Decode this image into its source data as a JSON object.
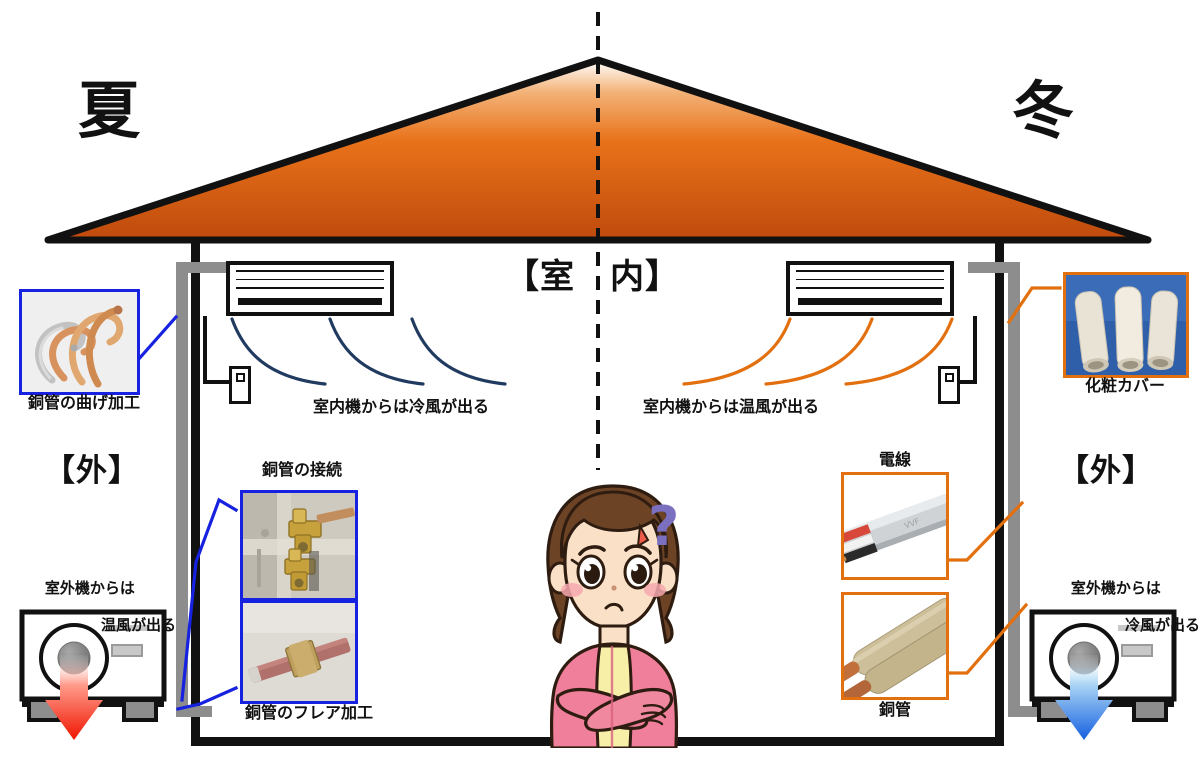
{
  "diagram": {
    "title_indoor": "【室　内】",
    "season_left": "夏",
    "season_right": "冬",
    "outside_left": "【外】",
    "outside_right": "【外】",
    "question_mark": "?"
  },
  "labels": {
    "cool_indoor": "室内機からは冷風が出る",
    "warm_indoor": "室内機からは温風が出る",
    "outdoor_left_line1": "室外機からは",
    "outdoor_left_line2": "温風が出る",
    "outdoor_right_line1": "室外機からは",
    "outdoor_right_line2": "冷風が出る"
  },
  "photos": [
    {
      "id": "bend",
      "caption": "銅管の曲げ加工",
      "frame_color": "#1622e0"
    },
    {
      "id": "connect",
      "caption": "銅管の接続",
      "frame_color": "#1622e0"
    },
    {
      "id": "flare",
      "caption": "銅管のフレア加工",
      "frame_color": "#1622e0"
    },
    {
      "id": "wire",
      "caption": "電線",
      "frame_color": "#e2700f"
    },
    {
      "id": "pipe",
      "caption": "銅管",
      "frame_color": "#e2700f"
    },
    {
      "id": "cover",
      "caption": "化粧カバー",
      "frame_color": "#e2700f"
    }
  ],
  "colors": {
    "roof_top": "#ffffff",
    "roof_bottom": "#bf4a0c",
    "roof_mid": "#e8721a",
    "outline": "#111111",
    "pipe_gray": "#8d8d8d",
    "cold_airflow": "#203a60",
    "warm_airflow": "#e2700f",
    "arrow_warm": "#f01500",
    "arrow_cold": "#1560e0",
    "blue_frame": "#1622e0",
    "orange_frame": "#e2700f",
    "question": "#7b6fc0",
    "hair": "#6d4326",
    "skin": "#fbe0c8",
    "cardigan": "#ef7f9b",
    "shirt": "#f7efa8",
    "blush": "#f7a8ae"
  },
  "chart_data": {
    "type": "diagram",
    "description": "air-conditioner summer/winter airflow cross-section"
  }
}
